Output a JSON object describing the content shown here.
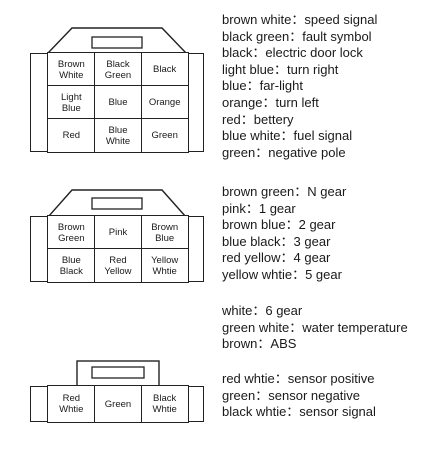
{
  "connectors": [
    {
      "cols": 3,
      "rows": 3,
      "pins": [
        "Brown\nWhite",
        "Black\nGreen",
        "Black",
        "Light\nBlue",
        "Blue",
        "Orange",
        "Red",
        "Blue\nWhite",
        "Green"
      ]
    },
    {
      "cols": 3,
      "rows": 2,
      "pins": [
        "Brown\nGreen",
        "Pink",
        "Brown\nBlue",
        "Blue\nBlack",
        "Red\nYellow",
        "Yellow\nWhtie"
      ]
    },
    {
      "cols": 3,
      "rows": 1,
      "pins": [
        "Red\nWhtie",
        "Green",
        "Black\nWhtie"
      ]
    }
  ],
  "legend_groups": [
    [
      "brown white：speed signal",
      "black green：fault symbol",
      "black：electric door lock",
      "light blue：turn right",
      "blue：far-light",
      "orange：turn left",
      "red：bettery",
      "blue white：fuel signal",
      "green：negative pole"
    ],
    [
      "brown green：N gear",
      "pink：1 gear",
      "brown blue：2 gear",
      "blue black：3 gear",
      "red yellow：4 gear",
      "yellow whtie：5 gear"
    ],
    [
      "white：6 gear",
      "green white：water temperature",
      "brown：ABS"
    ],
    [
      "red whtie：sensor positive",
      "green：sensor negative",
      "black whtie：sensor signal"
    ]
  ]
}
